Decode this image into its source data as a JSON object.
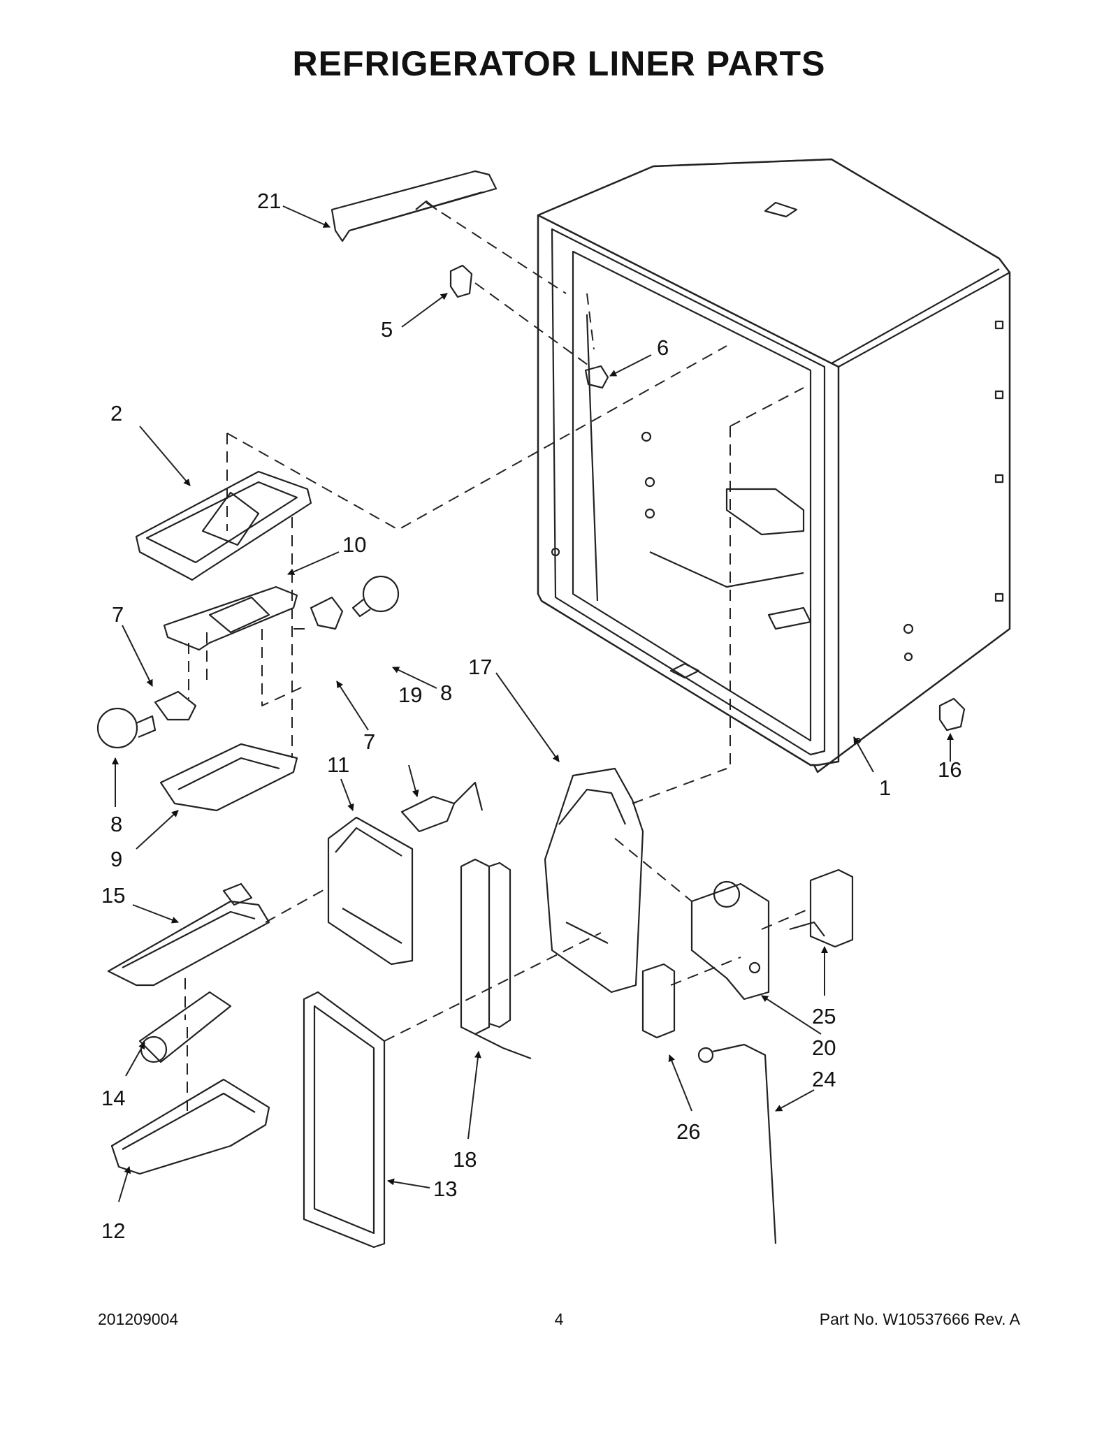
{
  "title": "REFRIGERATOR LINER PARTS",
  "footer": {
    "doc_number": "201209004",
    "page_number": "4",
    "part_number": "Part No.  W10537666  Rev.  A"
  },
  "callouts": [
    "21",
    "5",
    "6",
    "2",
    "10",
    "7",
    "8",
    "7",
    "8",
    "9",
    "15",
    "11",
    "19",
    "17",
    "1",
    "16",
    "14",
    "12",
    "13",
    "18",
    "26",
    "25",
    "20",
    "24"
  ]
}
